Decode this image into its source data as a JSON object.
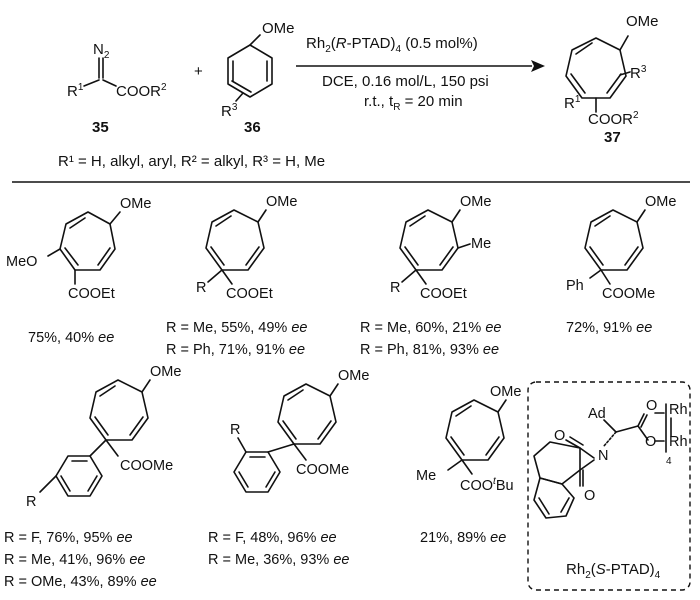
{
  "scheme": {
    "reagent_diazo": {
      "diazo_group": "N",
      "substituent": "R",
      "ester": "COOR",
      "compound_no": "35"
    },
    "reagent_anisole": {
      "ome": "OMe",
      "substituent": "R",
      "compound_no": "36"
    },
    "plus": "+",
    "conditions": {
      "catalyst": "Rh",
      "catalyst_parts": [
        "Rh",
        "2",
        "(",
        "R",
        "-PTAD)",
        "4",
        " (0.5 mol%)"
      ],
      "line2": "DCE, 0.16 mol/L, 150 psi",
      "line3_parts": [
        "r.t., t",
        "R",
        " = 20 min"
      ]
    },
    "product": {
      "ome": "OMe",
      "r3": "R",
      "r1": "R",
      "ester": "COOR",
      "compound_no": "37"
    },
    "footnote": "R¹ = H, alkyl, aryl, R² = alkyl, R³ = H, Me"
  },
  "examples": [
    {
      "labels": [
        "OMe",
        "MeO",
        "COOEt"
      ],
      "yields": [
        {
          "text": "75%, 40% ",
          "ee": "ee"
        }
      ]
    },
    {
      "labels": [
        "OMe",
        "R",
        "COOEt"
      ],
      "yields": [
        {
          "text": "R = Me, 55%, 49% ",
          "ee": "ee"
        },
        {
          "text": "R = Ph, 71%, 91% ",
          "ee": "ee"
        }
      ]
    },
    {
      "labels": [
        "OMe",
        "Me",
        "R",
        "COOEt"
      ],
      "yields": [
        {
          "text": "R = Me, 60%, 21% ",
          "ee": "ee"
        },
        {
          "text": "R = Ph, 81%, 93% ",
          "ee": "ee"
        }
      ]
    },
    {
      "labels": [
        "OMe",
        "Ph",
        "COOMe"
      ],
      "yields": [
        {
          "text": "72%, 91% ",
          "ee": "ee"
        }
      ]
    },
    {
      "labels": [
        "OMe",
        "COOMe",
        "R"
      ],
      "yields": [
        {
          "text": "R = F, 76%, 95% ",
          "ee": "ee"
        },
        {
          "text": "R = Me, 41%, 96% ",
          "ee": "ee"
        },
        {
          "text": "R = OMe, 43%, 89% ",
          "ee": "ee"
        }
      ]
    },
    {
      "labels": [
        "OMe",
        "R",
        "COOMe"
      ],
      "yields": [
        {
          "text": "R = F, 48%, 96% ",
          "ee": "ee"
        },
        {
          "text": "R = Me, 36%, 93% ",
          "ee": "ee"
        }
      ]
    },
    {
      "labels": [
        "OMe",
        "Me",
        "COO",
        "t",
        "Bu"
      ],
      "yields": [
        {
          "text": "21%, 89% ",
          "ee": "ee"
        }
      ]
    }
  ],
  "catalyst_box": {
    "ad": "Ad",
    "o1": "O",
    "o2": "O",
    "n": "N",
    "rh1": "Rh",
    "rh2": "Rh",
    "sub4": "4",
    "carbonyl_o1": "O",
    "carbonyl_o2": "O",
    "name_parts": [
      "Rh",
      "2",
      "(",
      "S",
      "-PTAD)",
      "4"
    ]
  }
}
